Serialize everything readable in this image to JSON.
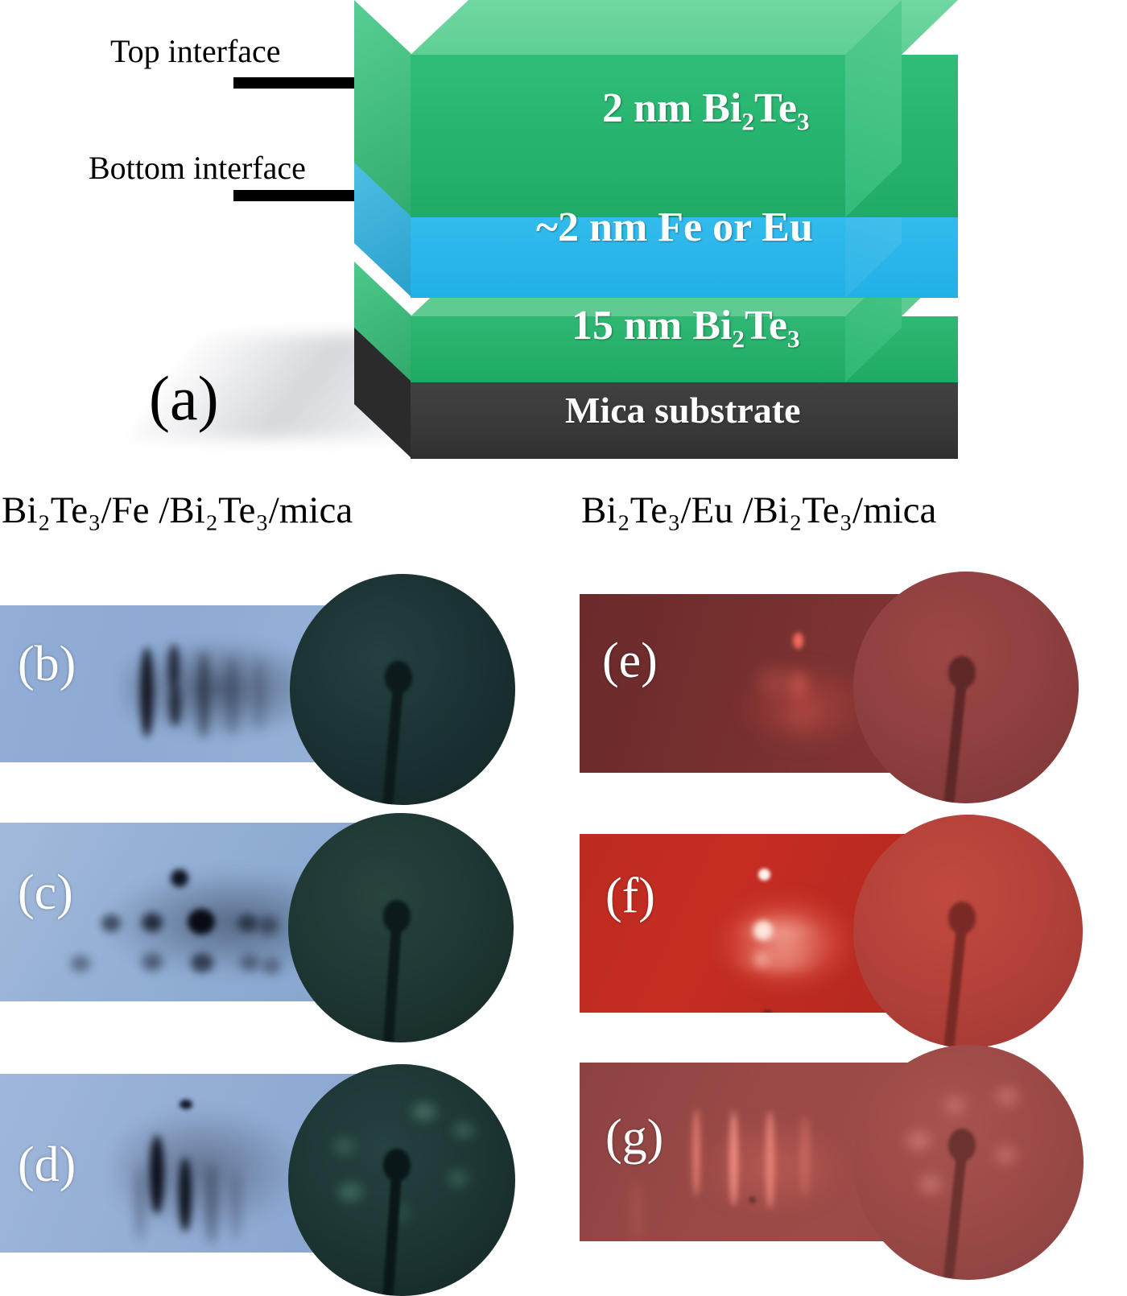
{
  "figure": {
    "panel_a": {
      "tag": "(a)",
      "annotations": [
        {
          "name": "top-interface",
          "text": "Top interface"
        },
        {
          "name": "bottom-interface",
          "text": "Bottom interface"
        }
      ],
      "layers": [
        {
          "name": "top-bi2te3",
          "label_pre": "2 nm Bi",
          "sub1": "2",
          "label_mid": "Te",
          "sub2": "3",
          "color": "#22b573"
        },
        {
          "name": "magnetic",
          "label_pre": "~2 nm Fe or Eu",
          "sub1": "",
          "label_mid": "",
          "sub2": "",
          "color": "#29b6e8"
        },
        {
          "name": "bottom-bi2te3",
          "label_pre": "15 nm Bi",
          "sub1": "2",
          "label_mid": "Te",
          "sub2": "3",
          "color": "#22b573"
        },
        {
          "name": "substrate",
          "label_pre": "Mica substrate",
          "sub1": "",
          "label_mid": "",
          "sub2": "",
          "color": "#3a3a3a"
        }
      ],
      "layer_text": {
        "top": "2 nm Bi₂Te₃",
        "mid": "~2 nm Fe or Eu",
        "bottom": "15 nm Bi₂Te₃",
        "substrate": "Mica substrate"
      }
    },
    "column_headings": [
      {
        "name": "fe-stack",
        "text": "Bi₂Te₃/Fe /Bi₂Te₃/mica"
      },
      {
        "name": "eu-stack",
        "text": "Bi₂Te₃/Eu /Bi₂Te₃/mica"
      }
    ],
    "rheed_panels": [
      {
        "name": "panel-b",
        "tag": "(b)",
        "column": "fe",
        "tint": "#8fabd4",
        "screen_tint": "#1d3336",
        "pattern": "streaks"
      },
      {
        "name": "panel-c",
        "tag": "(c)",
        "column": "fe",
        "tint": "#9ab3d6",
        "screen_tint": "#22383b",
        "pattern": "spots"
      },
      {
        "name": "panel-d",
        "tag": "(d)",
        "column": "fe",
        "tint": "#9cb4d9",
        "screen_tint": "#1d3336",
        "pattern": "streaks"
      },
      {
        "name": "panel-e",
        "tag": "(e)",
        "column": "eu",
        "tint": "#6e2b2c",
        "screen_tint": "#8c3c3c",
        "pattern": "faint"
      },
      {
        "name": "panel-f",
        "tag": "(f)",
        "column": "eu",
        "tint": "#c02a20",
        "screen_tint": "#b23a33",
        "pattern": "bright-spot"
      },
      {
        "name": "panel-g",
        "tag": "(g)",
        "column": "eu",
        "tint": "#9a4544",
        "screen_tint": "#a04b48",
        "pattern": "streaks-red"
      }
    ]
  },
  "colors": {
    "bi2te3_green": "#22b573",
    "magnetic_blue": "#29b6e8",
    "substrate_dark": "#3a3a3a",
    "blue_plate": "#8fabd4",
    "red_plate": "#9a4544",
    "leader_black": "#000000",
    "label_white": "#ffffff"
  }
}
